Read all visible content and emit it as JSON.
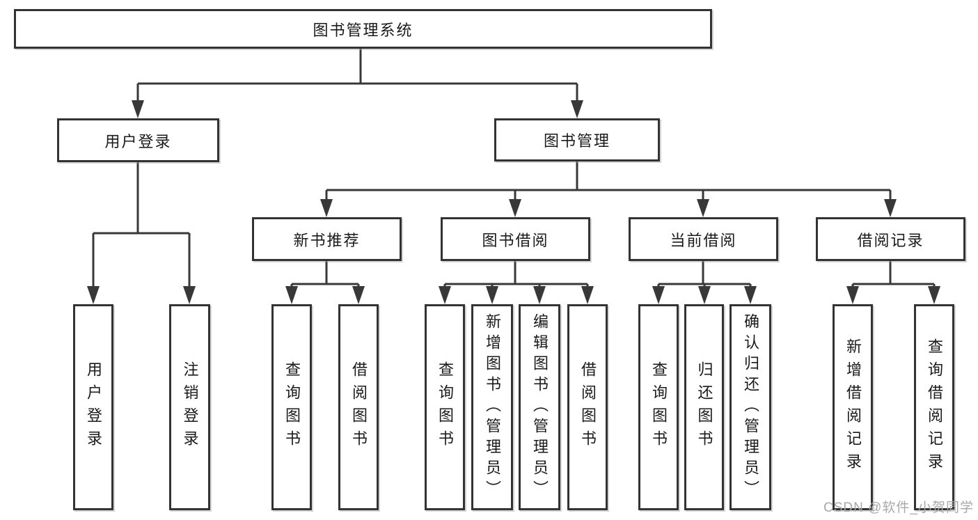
{
  "nodes": {
    "root": "图书管理系统",
    "user_login": "用户登录",
    "book_mgmt": "图书管理",
    "new_book_rec": "新书推荐",
    "book_borrow": "图书借阅",
    "current_borrow": "当前借阅",
    "borrow_records": "借阅记录",
    "ul_login": "用户登录",
    "ul_logout": "注销登录",
    "nbr_query_books": "查询图书",
    "nbr_borrow_books": "借阅图书",
    "bb_query_books": "查询图书",
    "bb_add_books": "新增图书（管理员）",
    "bb_edit_books": "编辑图书（管理员）",
    "bb_borrow_books": "借阅图书",
    "cb_query_books": "查询图书",
    "cb_return_books": "归还图书",
    "cb_confirm_return": "确认归还（管理员）",
    "br_add_record": "新增借阅记录",
    "br_query_record": "查询借阅记录"
  },
  "hierarchy": {
    "图书管理系统": {
      "用户登录": [
        "用户登录",
        "注销登录"
      ],
      "图书管理": {
        "新书推荐": [
          "查询图书",
          "借阅图书"
        ],
        "图书借阅": [
          "查询图书",
          "新增图书（管理员）",
          "编辑图书（管理员）",
          "借阅图书"
        ],
        "当前借阅": [
          "查询图书",
          "归还图书",
          "确认归还（管理员）"
        ],
        "借阅记录": [
          "新增借阅记录",
          "查询借阅记录"
        ]
      }
    }
  },
  "watermark": {
    "text": "CSDN @软件_小贺同学"
  },
  "colors": {
    "line": "#383838",
    "box_border": "#333333",
    "box_fill": "#ffffff",
    "text": "#1a1a1a",
    "watermark": "#a8a8a8",
    "background": "#ffffff"
  }
}
